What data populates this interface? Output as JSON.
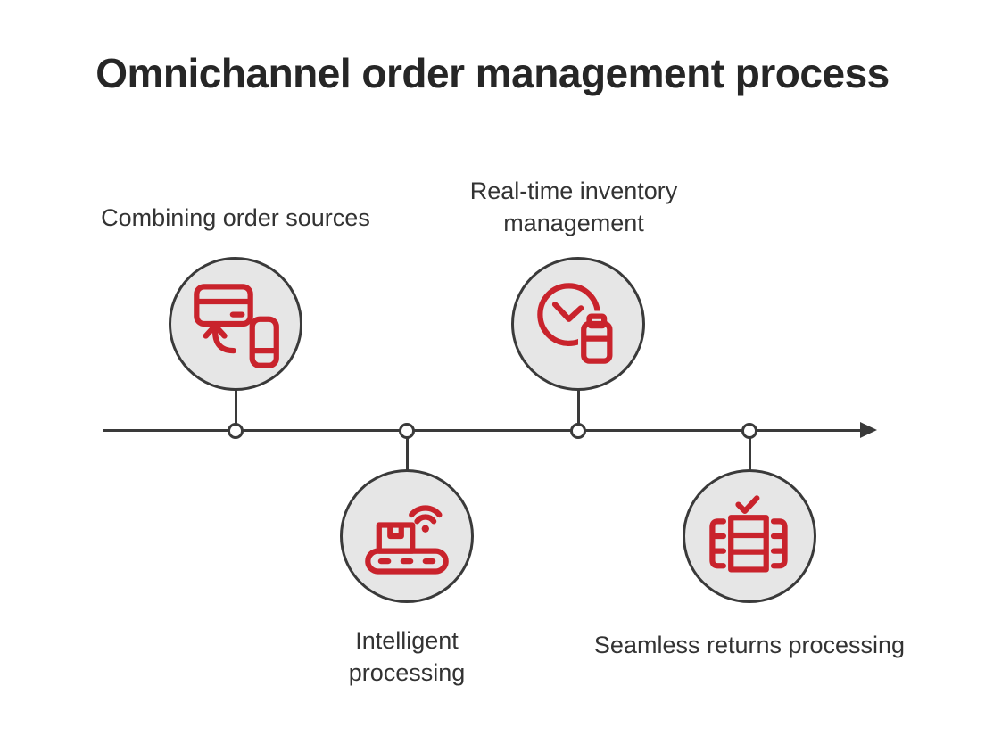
{
  "title": "Omnichannel order management process",
  "steps": [
    {
      "label": "Combining order sources",
      "icon": "card-phone-sync-icon",
      "position": "above-line"
    },
    {
      "label": "Intelligent processing",
      "icon": "conveyor-belt-wifi-icon",
      "position": "below-line"
    },
    {
      "label": "Real-time inventory management",
      "icon": "clock-battery-icon",
      "position": "above-line"
    },
    {
      "label": "Seamless returns processing",
      "icon": "shelf-checkmark-icon",
      "position": "below-line"
    }
  ],
  "colors": {
    "accent_red": "#c9232c",
    "circle_fill": "#e6e6e6",
    "outline": "#3a3a3a",
    "title_text": "#262626",
    "label_text": "#333333"
  }
}
